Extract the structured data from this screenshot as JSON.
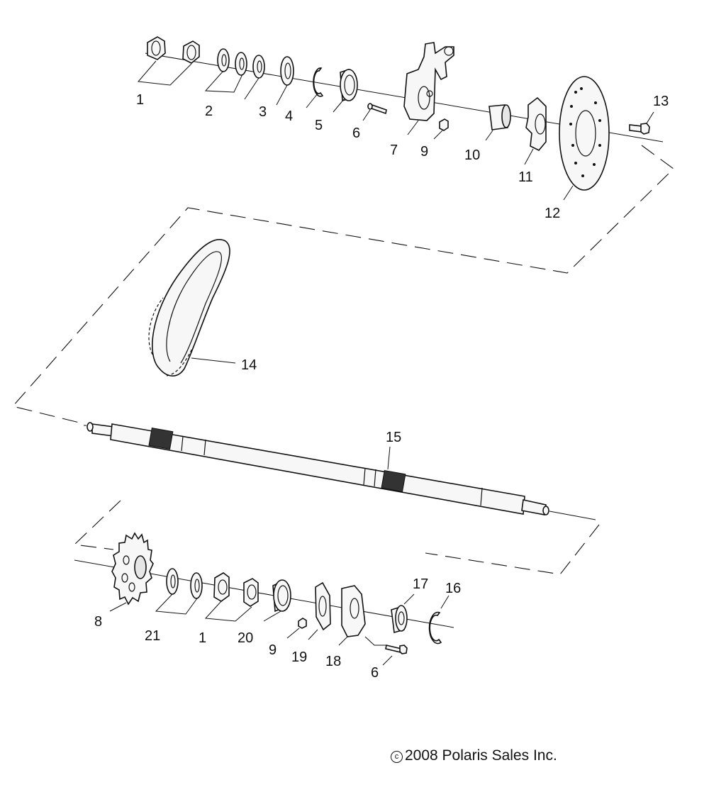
{
  "callouts": {
    "c1a": "1",
    "c2": "2",
    "c3": "3",
    "c4": "4",
    "c5": "5",
    "c6a": "6",
    "c7": "7",
    "c9a": "9",
    "c10": "10",
    "c11": "11",
    "c12": "12",
    "c13": "13",
    "c14": "14",
    "c15": "15",
    "c16": "16",
    "c17": "17",
    "c8": "8",
    "c21": "21",
    "c1b": "1",
    "c20": "20",
    "c9b": "9",
    "c19": "19",
    "c18": "18",
    "c6b": "6"
  },
  "copyright": {
    "symbol": "c",
    "text": "2008 Polaris Sales Inc."
  },
  "colors": {
    "line": "#111111",
    "background": "#ffffff"
  }
}
